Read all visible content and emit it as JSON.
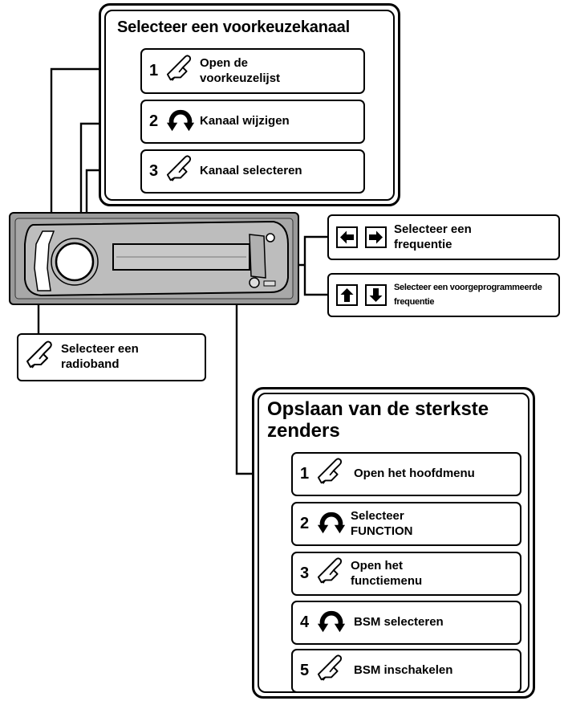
{
  "preset_panel": {
    "title": "Selecteer een voorkeuzekanaal",
    "steps": [
      {
        "number": "1",
        "icon": "press-finger-icon",
        "label": "Open de voorkeuzelijst"
      },
      {
        "number": "2",
        "icon": "rotate-knob-icon",
        "label": "Kanaal wijzigen"
      },
      {
        "number": "3",
        "icon": "press-finger-icon",
        "label": "Kanaal selecteren"
      }
    ]
  },
  "frequency_callout": {
    "icons": [
      "arrow-left-key-icon",
      "arrow-right-key-icon"
    ],
    "label": "Selecteer een frequentie"
  },
  "preset_freq_callout": {
    "icons": [
      "arrow-up-key-icon",
      "arrow-down-key-icon"
    ],
    "label": "Selecteer een voorgeprogrammeerde frequentie"
  },
  "band_callout": {
    "icon": "press-finger-icon",
    "label": "Selecteer een radioband"
  },
  "bsm_panel": {
    "title": "Opslaan van de sterkste zenders",
    "steps": [
      {
        "number": "1",
        "icon": "press-finger-icon",
        "label": "Open het hoofdmenu"
      },
      {
        "number": "2",
        "icon": "rotate-knob-icon",
        "label": "Selecteer FUNCTION"
      },
      {
        "number": "3",
        "icon": "press-finger-icon",
        "label": "Open het functiemenu"
      },
      {
        "number": "4",
        "icon": "rotate-knob-icon",
        "label": "BSM selecteren"
      },
      {
        "number": "5",
        "icon": "press-finger-icon",
        "label": "BSM inschakelen"
      }
    ]
  },
  "colors": {
    "line": "#000000",
    "device_face": "#b9b9b9",
    "device_frame": "#8a8a8a",
    "highlight": "#ffffff"
  }
}
